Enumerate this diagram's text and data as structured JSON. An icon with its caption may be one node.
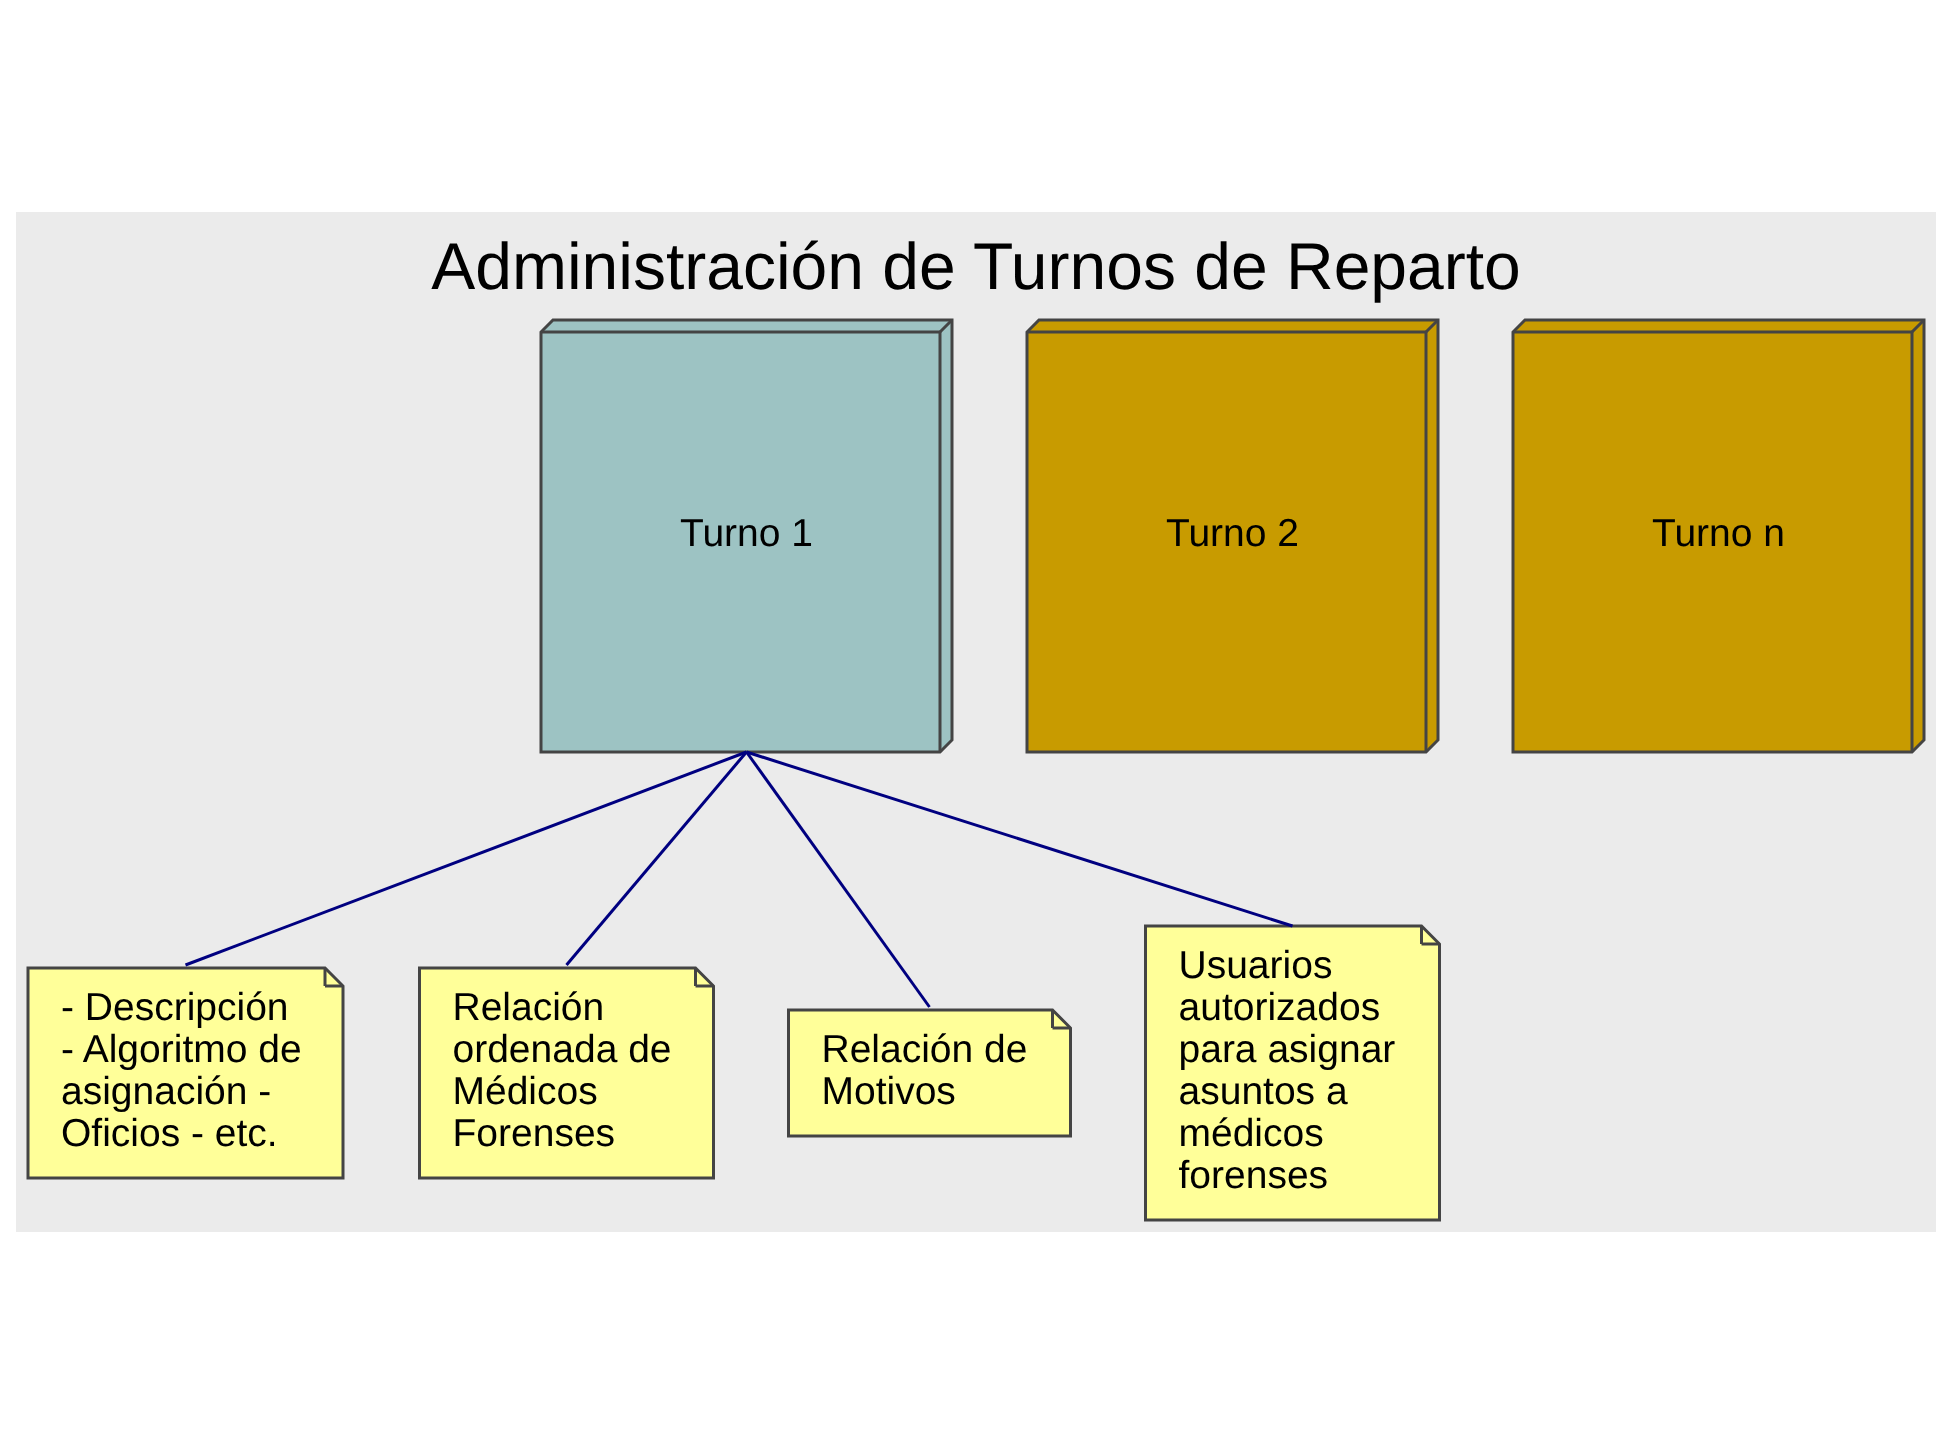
{
  "diagram": {
    "title": "Administración de Turnos de Reparto",
    "nodes": [
      {
        "text": [
          "Turno 1"
        ]
      },
      {
        "text": [
          "Turno 2"
        ]
      },
      {
        "text": [
          "Turno n"
        ]
      },
      {
        "text": [
          "- Descripción - Algoritmo de asignación - Oficios - etc."
        ]
      },
      {
        "text": [
          "Relación ordenada de Médicos Forenses"
        ]
      },
      {
        "text": [
          "Relación de Motivos"
        ]
      },
      {
        "text": [
          "Usuarios autorizados para asignar asuntos a médicos forenses"
        ]
      }
    ],
    "edges": [
      {
        "from": 0,
        "to": 3,
        "arrow": "none"
      },
      {
        "from": 0,
        "to": 4,
        "arrow": "none"
      },
      {
        "from": 0,
        "to": 5,
        "arrow": "none"
      },
      {
        "from": 0,
        "to": 6,
        "arrow": "none"
      }
    ]
  }
}
